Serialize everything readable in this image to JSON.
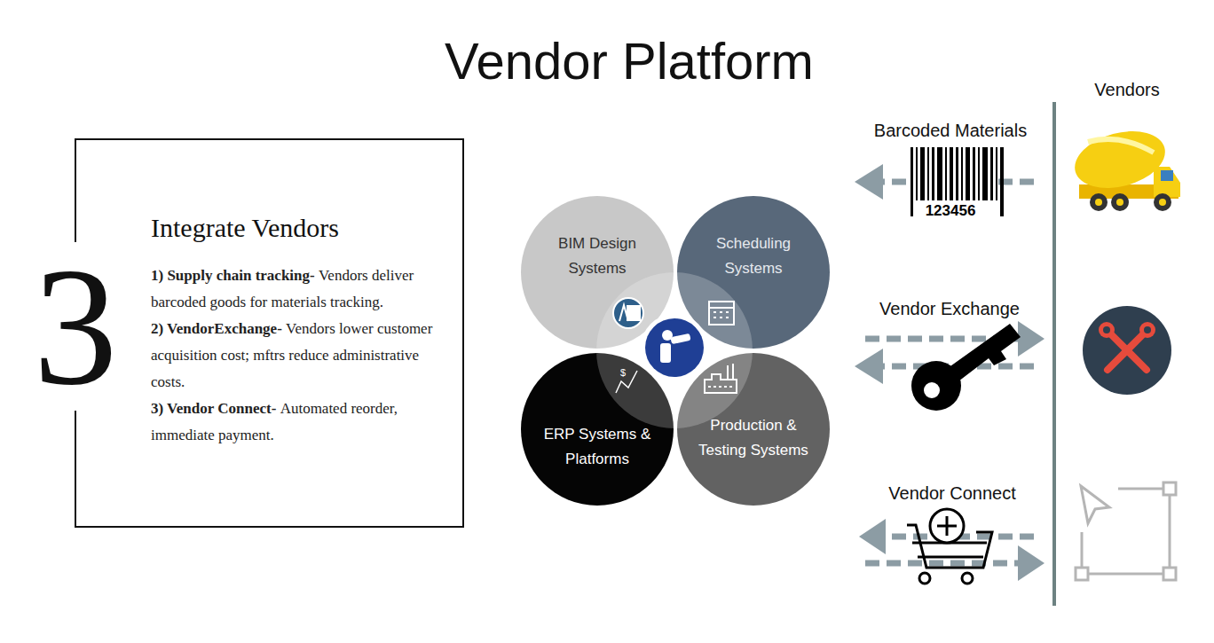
{
  "diagram": {
    "title": "Vendor Platform",
    "nodes": [
      {
        "text": [
          "Integrate Vendors",
          "1) Supply chain tracking-",
          "Vendors deliver barcoded goods for materials tracking.",
          "2) VendorExchange-",
          "Vendors lower customer acquisition cost; mftrs reduce administrative costs.",
          "3) Vendor Connect-",
          "Automated reorder, immediate payment."
        ]
      },
      {
        "text": [
          "BIM Design Systems"
        ]
      },
      {
        "text": [
          "Scheduling Systems"
        ]
      },
      {
        "text": [
          "ERP Systems & Platforms"
        ]
      },
      {
        "text": [
          "Production & Testing Systems"
        ]
      }
    ],
    "labels": [
      "3",
      "Vendors",
      "Barcoded Materials",
      "123456",
      "Vendor Exchange",
      "Vendor Connect",
      "$"
    ]
  }
}
